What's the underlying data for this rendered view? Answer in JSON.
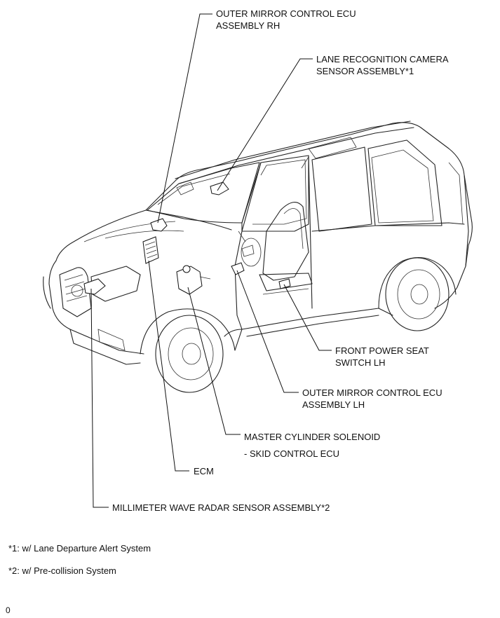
{
  "labels": {
    "outer_mirror_rh_l1": "OUTER MIRROR CONTROL ECU",
    "outer_mirror_rh_l2": "ASSEMBLY RH",
    "lane_camera_l1": "LANE RECOGNITION CAMERA",
    "lane_camera_l2": "SENSOR ASSEMBLY*1",
    "front_seat_l1": "FRONT POWER SEAT",
    "front_seat_l2": "SWITCH LH",
    "outer_mirror_lh_l1": "OUTER MIRROR CONTROL ECU",
    "outer_mirror_lh_l2": "ASSEMBLY LH",
    "master_cyl_l1": "MASTER CYLINDER SOLENOID",
    "master_cyl_l2": "- SKID CONTROL ECU",
    "ecm": "ECM",
    "radar": "MILLIMETER WAVE RADAR SENSOR ASSEMBLY*2"
  },
  "notes": {
    "note1": "*1: w/ Lane Departure Alert System",
    "note2": "*2: w/ Pre-collision System"
  },
  "page_marker": "0"
}
